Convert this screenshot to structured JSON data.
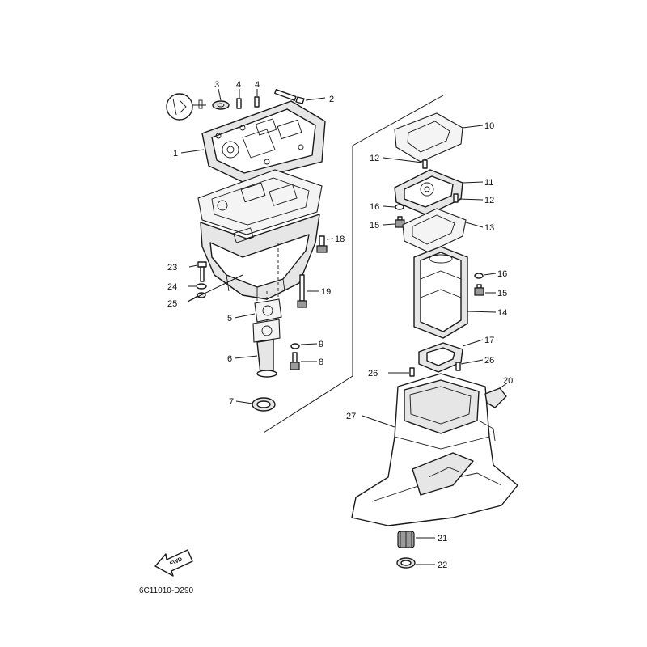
{
  "diagram": {
    "code": "6C11010-D290",
    "fwd_label": "FWD",
    "callouts": {
      "c1": "1",
      "c2": "2",
      "c3": "3",
      "c4a": "4",
      "c4b": "4",
      "c5": "5",
      "c6": "6",
      "c7": "7",
      "c8": "8",
      "c9": "9",
      "c10": "10",
      "c11": "11",
      "c12a": "12",
      "c12b": "12",
      "c13": "13",
      "c14": "14",
      "c15a": "15",
      "c15b": "15",
      "c16a": "16",
      "c16b": "16",
      "c17": "17",
      "c18": "18",
      "c19": "19",
      "c20": "20",
      "c21": "21",
      "c22": "22",
      "c23": "23",
      "c24": "24",
      "c25": "25",
      "c26a": "26",
      "c26b": "26",
      "c27": "27"
    }
  }
}
